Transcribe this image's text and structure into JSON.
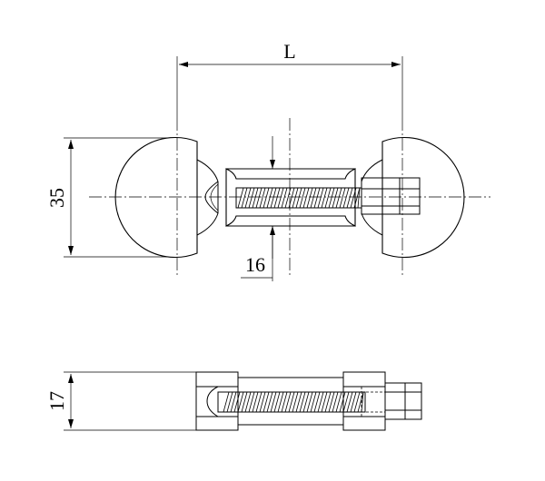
{
  "dimensions": {
    "length_label": "L",
    "ball_diameter": "35",
    "shaft_diameter": "16",
    "side_height": "17"
  },
  "colors": {
    "stroke": "#000000",
    "background": "#ffffff"
  }
}
